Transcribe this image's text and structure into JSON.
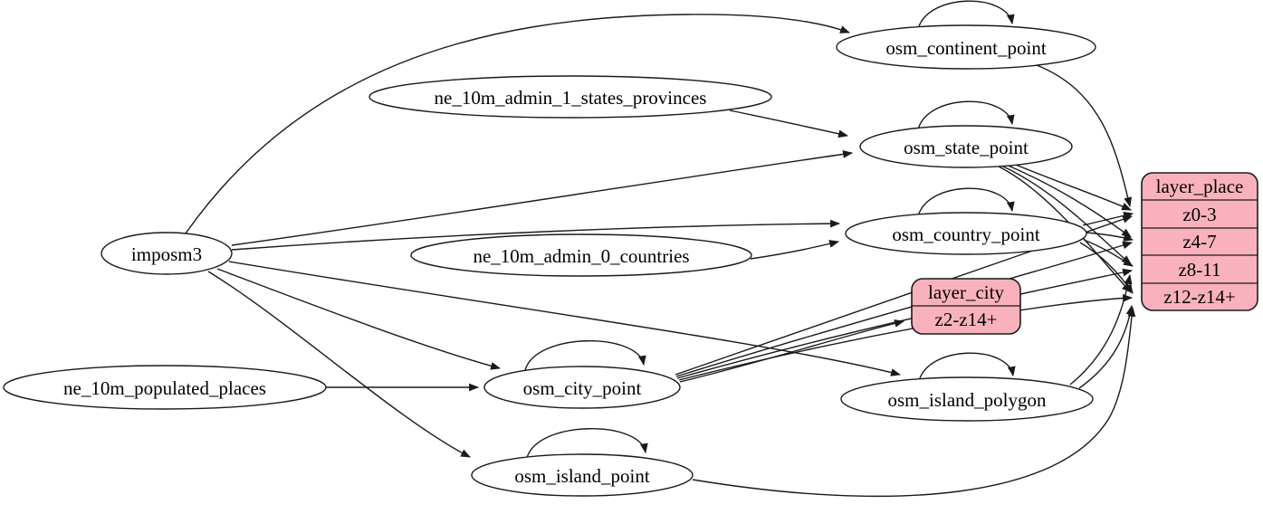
{
  "diagram": {
    "kind": "etl-graph",
    "colors": {
      "layer_fill": "#f9b2bd",
      "node_fill": "#ffffff",
      "stroke": "#1a1a1a",
      "background": "#ffffff"
    },
    "nodes": {
      "imposm3": "imposm3",
      "ne_10m_admin_1_states_provinces": "ne_10m_admin_1_states_provinces",
      "ne_10m_admin_0_countries": "ne_10m_admin_0_countries",
      "ne_10m_populated_places": "ne_10m_populated_places",
      "osm_continent_point": "osm_continent_point",
      "osm_state_point": "osm_state_point",
      "osm_country_point": "osm_country_point",
      "osm_city_point": "osm_city_point",
      "osm_island_polygon": "osm_island_polygon",
      "osm_island_point": "osm_island_point"
    },
    "layers": {
      "layer_place": {
        "title": "layer_place",
        "rows": [
          "z0-3",
          "z4-7",
          "z8-11",
          "z12-z14+"
        ]
      },
      "layer_city": {
        "title": "layer_city",
        "rows": [
          "z2-z14+"
        ]
      }
    },
    "edges": [
      {
        "from": "imposm3",
        "to": "osm_continent_point"
      },
      {
        "from": "imposm3",
        "to": "osm_state_point"
      },
      {
        "from": "imposm3",
        "to": "osm_country_point"
      },
      {
        "from": "imposm3",
        "to": "osm_city_point"
      },
      {
        "from": "imposm3",
        "to": "osm_island_polygon"
      },
      {
        "from": "imposm3",
        "to": "osm_island_point"
      },
      {
        "from": "ne_10m_admin_1_states_provinces",
        "to": "osm_state_point"
      },
      {
        "from": "ne_10m_admin_0_countries",
        "to": "osm_country_point"
      },
      {
        "from": "ne_10m_populated_places",
        "to": "osm_city_point"
      },
      {
        "from": "osm_continent_point",
        "to": "osm_continent_point"
      },
      {
        "from": "osm_state_point",
        "to": "osm_state_point"
      },
      {
        "from": "osm_country_point",
        "to": "osm_country_point"
      },
      {
        "from": "osm_city_point",
        "to": "osm_city_point"
      },
      {
        "from": "osm_island_polygon",
        "to": "osm_island_polygon"
      },
      {
        "from": "osm_island_point",
        "to": "osm_island_point"
      },
      {
        "from": "osm_continent_point",
        "to": "layer_place",
        "row": "z0-3"
      },
      {
        "from": "osm_state_point",
        "to": "layer_place",
        "row": "z0-3"
      },
      {
        "from": "osm_state_point",
        "to": "layer_place",
        "row": "z4-7"
      },
      {
        "from": "osm_state_point",
        "to": "layer_place",
        "row": "z8-11"
      },
      {
        "from": "osm_state_point",
        "to": "layer_place",
        "row": "z12-z14+"
      },
      {
        "from": "osm_country_point",
        "to": "layer_place",
        "row": "z0-3"
      },
      {
        "from": "osm_country_point",
        "to": "layer_place",
        "row": "z4-7"
      },
      {
        "from": "osm_country_point",
        "to": "layer_place",
        "row": "z8-11"
      },
      {
        "from": "osm_country_point",
        "to": "layer_place",
        "row": "z12-z14+"
      },
      {
        "from": "osm_city_point",
        "to": "layer_city",
        "row": "z2-z14+"
      },
      {
        "from": "osm_city_point",
        "to": "layer_place",
        "row": "z0-3"
      },
      {
        "from": "osm_city_point",
        "to": "layer_place",
        "row": "z4-7"
      },
      {
        "from": "osm_city_point",
        "to": "layer_place",
        "row": "z8-11"
      },
      {
        "from": "osm_city_point",
        "to": "layer_place",
        "row": "z12-z14+"
      },
      {
        "from": "osm_island_polygon",
        "to": "layer_place",
        "row": "z8-11"
      },
      {
        "from": "osm_island_polygon",
        "to": "layer_place",
        "row": "z12-z14+"
      },
      {
        "from": "osm_island_point",
        "to": "layer_place",
        "row": "z12-z14+"
      }
    ]
  }
}
